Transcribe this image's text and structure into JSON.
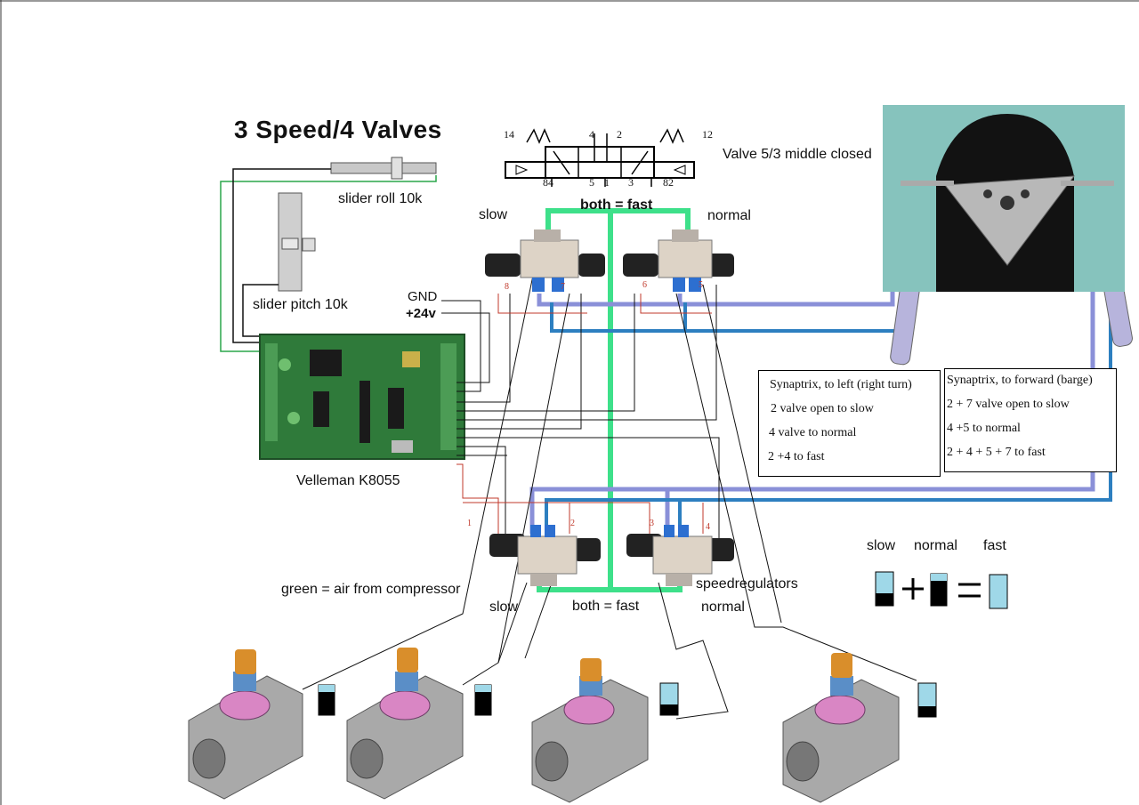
{
  "title": "3 Speed/4 Valves",
  "valve_symbol": {
    "label": "Valve 5/3 middle closed",
    "top_numbers": [
      "14",
      "4",
      "2",
      "12"
    ],
    "bottom_numbers": [
      "84",
      "5",
      "1",
      "3",
      "82"
    ]
  },
  "components": {
    "slider_roll": "slider roll 10k",
    "slider_pitch": "slider pitch 10k",
    "gnd": "GND",
    "v24": "+24v",
    "board": "Velleman K8055",
    "green_note": "green = air from compressor",
    "speedregulators": "speedregulators"
  },
  "upper_valves": {
    "slow": "slow",
    "both": "both = fast",
    "normal": "normal",
    "nums": [
      "8",
      "7",
      "6",
      "5"
    ]
  },
  "lower_valves": {
    "slow": "slow",
    "both": "both = fast",
    "normal": "normal",
    "nums": [
      "1",
      "2",
      "3",
      "4"
    ]
  },
  "left_box": {
    "title": "Synaptrix, to left (right turn)",
    "lines": [
      "2 valve open to slow",
      "4 valve to normal",
      "2 +4 to fast"
    ]
  },
  "right_box": {
    "title": "Synaptrix, to forward (barge)",
    "lines": [
      "2 + 7 valve open to slow",
      "4 +5 to normal",
      "2 + 4 + 5 + 7 to fast"
    ]
  },
  "legend": {
    "slow": "slow",
    "normal": "normal",
    "fast": "fast"
  },
  "colors": {
    "air": "#3ee08a",
    "blue_pipe": "#2d7fc0",
    "violet_pipe": "#8a90d8",
    "board": "#2f7a3a",
    "wire": "#111111",
    "red_wire": "#c0392b"
  }
}
